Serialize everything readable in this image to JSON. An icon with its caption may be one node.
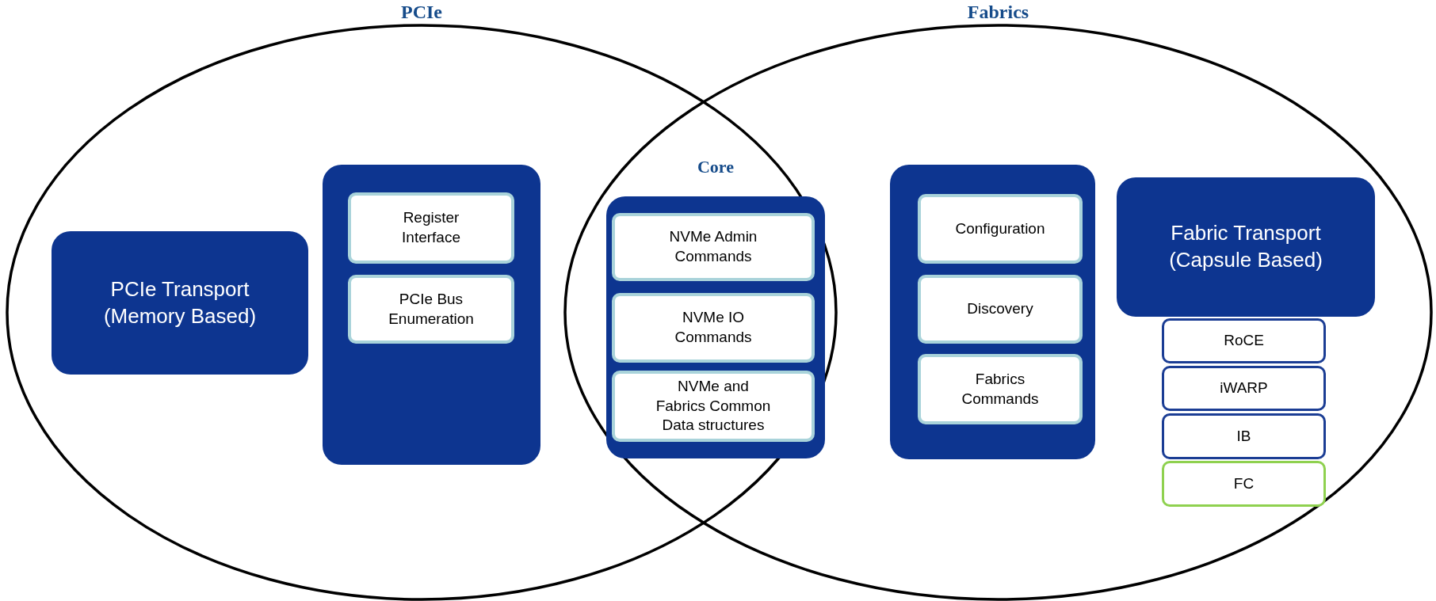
{
  "diagram": {
    "nodes": [
      {
        "text": [
          "PCIe"
        ]
      },
      {
        "text": [
          "Fabrics"
        ]
      },
      {
        "text": [
          "PCIe Transport (Memory Based)"
        ],
        "in": 0
      },
      {
        "text": [],
        "shape": "box",
        "in": 0
      },
      {
        "text": [
          "Register Interface"
        ],
        "in": 3
      },
      {
        "text": [
          "PCIe Bus Enumeration"
        ],
        "in": 3
      },
      {
        "text": [],
        "shape": "box"
      },
      {
        "text": [
          "NVMe Admin Commands"
        ],
        "in": 6
      },
      {
        "text": [
          "NVMe IO Commands"
        ],
        "in": 6
      },
      {
        "text": [
          "NVMe and Fabrics Common Data structures"
        ],
        "in": 6
      },
      {
        "text": [],
        "shape": "box",
        "in": 1
      },
      {
        "text": [
          "Configuration"
        ],
        "in": 10
      },
      {
        "text": [
          "Discovery"
        ],
        "in": 10
      },
      {
        "text": [
          "Fabrics Commands"
        ],
        "in": 10
      },
      {
        "text": [
          "Fabric Transport (Capsule Based)"
        ],
        "in": 1
      },
      {
        "text": [
          "RoCE"
        ],
        "in": 1
      },
      {
        "text": [
          "iWARP"
        ],
        "in": 1
      },
      {
        "text": [
          "IB"
        ],
        "in": 1
      },
      {
        "text": [
          "FC"
        ],
        "in": 1
      }
    ],
    "labels": [
      "Core"
    ]
  }
}
